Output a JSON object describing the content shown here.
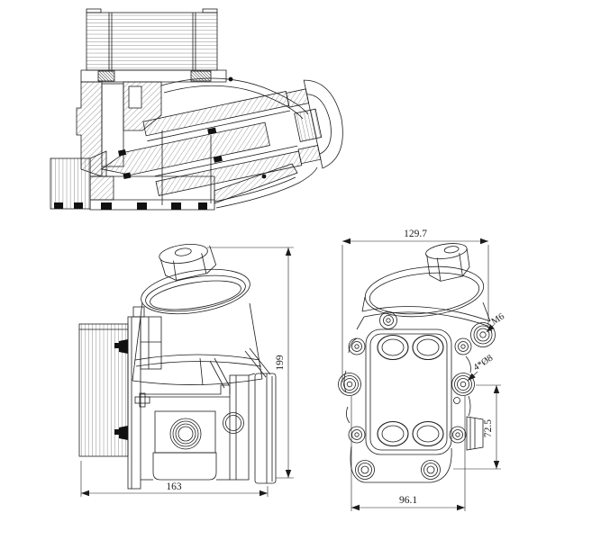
{
  "meta": {
    "background_color": "#ffffff",
    "line_color": "#1c1c1c"
  },
  "dimensions": {
    "front_overall_width": "129.7",
    "front_bolt_span": "96.1",
    "front_bolt_height": "72.5",
    "side_overall_length": "163",
    "side_overall_height": "199"
  },
  "callouts": {
    "thread": "M6",
    "holes": "4*Ø8"
  }
}
